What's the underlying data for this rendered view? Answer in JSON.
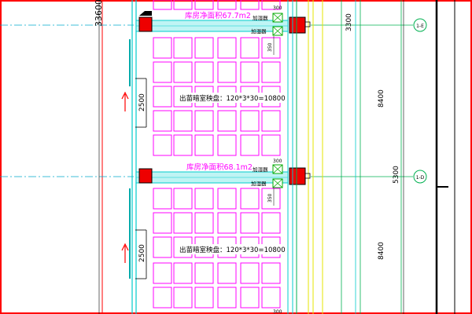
{
  "drawing": {
    "dimensions": {
      "overall_left": "33600",
      "top_right": "3300",
      "middle_right": "5300",
      "bay_1": "8400",
      "bay_2": "8400",
      "small_top_1": "300",
      "small_mid_1": "350",
      "small_top_2": "300",
      "small_mid_2": "350",
      "small_bottom": "300",
      "door_width_1": "2500",
      "door_width_2": "2500"
    },
    "rooms": [
      {
        "area_label": "库房净面积67.7m2",
        "capacity_label": "出苗暗室秧盘：120*3*30=10800"
      },
      {
        "area_label": "库房净面积68.1m2",
        "capacity_label": "出苗暗室秧盘：120*3*30=10800"
      }
    ],
    "equipment": {
      "humidifier_1": "加湿器",
      "humidifier_2": "加湿器",
      "humidifier_3": "加湿器",
      "humidifier_4": "加湿器"
    },
    "axis_markers": [
      "1-E",
      "1-D"
    ],
    "colors": {
      "border": "#ff0000",
      "grid_cell": "#ff00ff",
      "area_text": "#ff00ff",
      "column": "#ff0000",
      "green_line": "#00b050",
      "cyan_line": "#00e5e5",
      "yellow_line": "#e6e600",
      "ink": "#000000"
    }
  }
}
